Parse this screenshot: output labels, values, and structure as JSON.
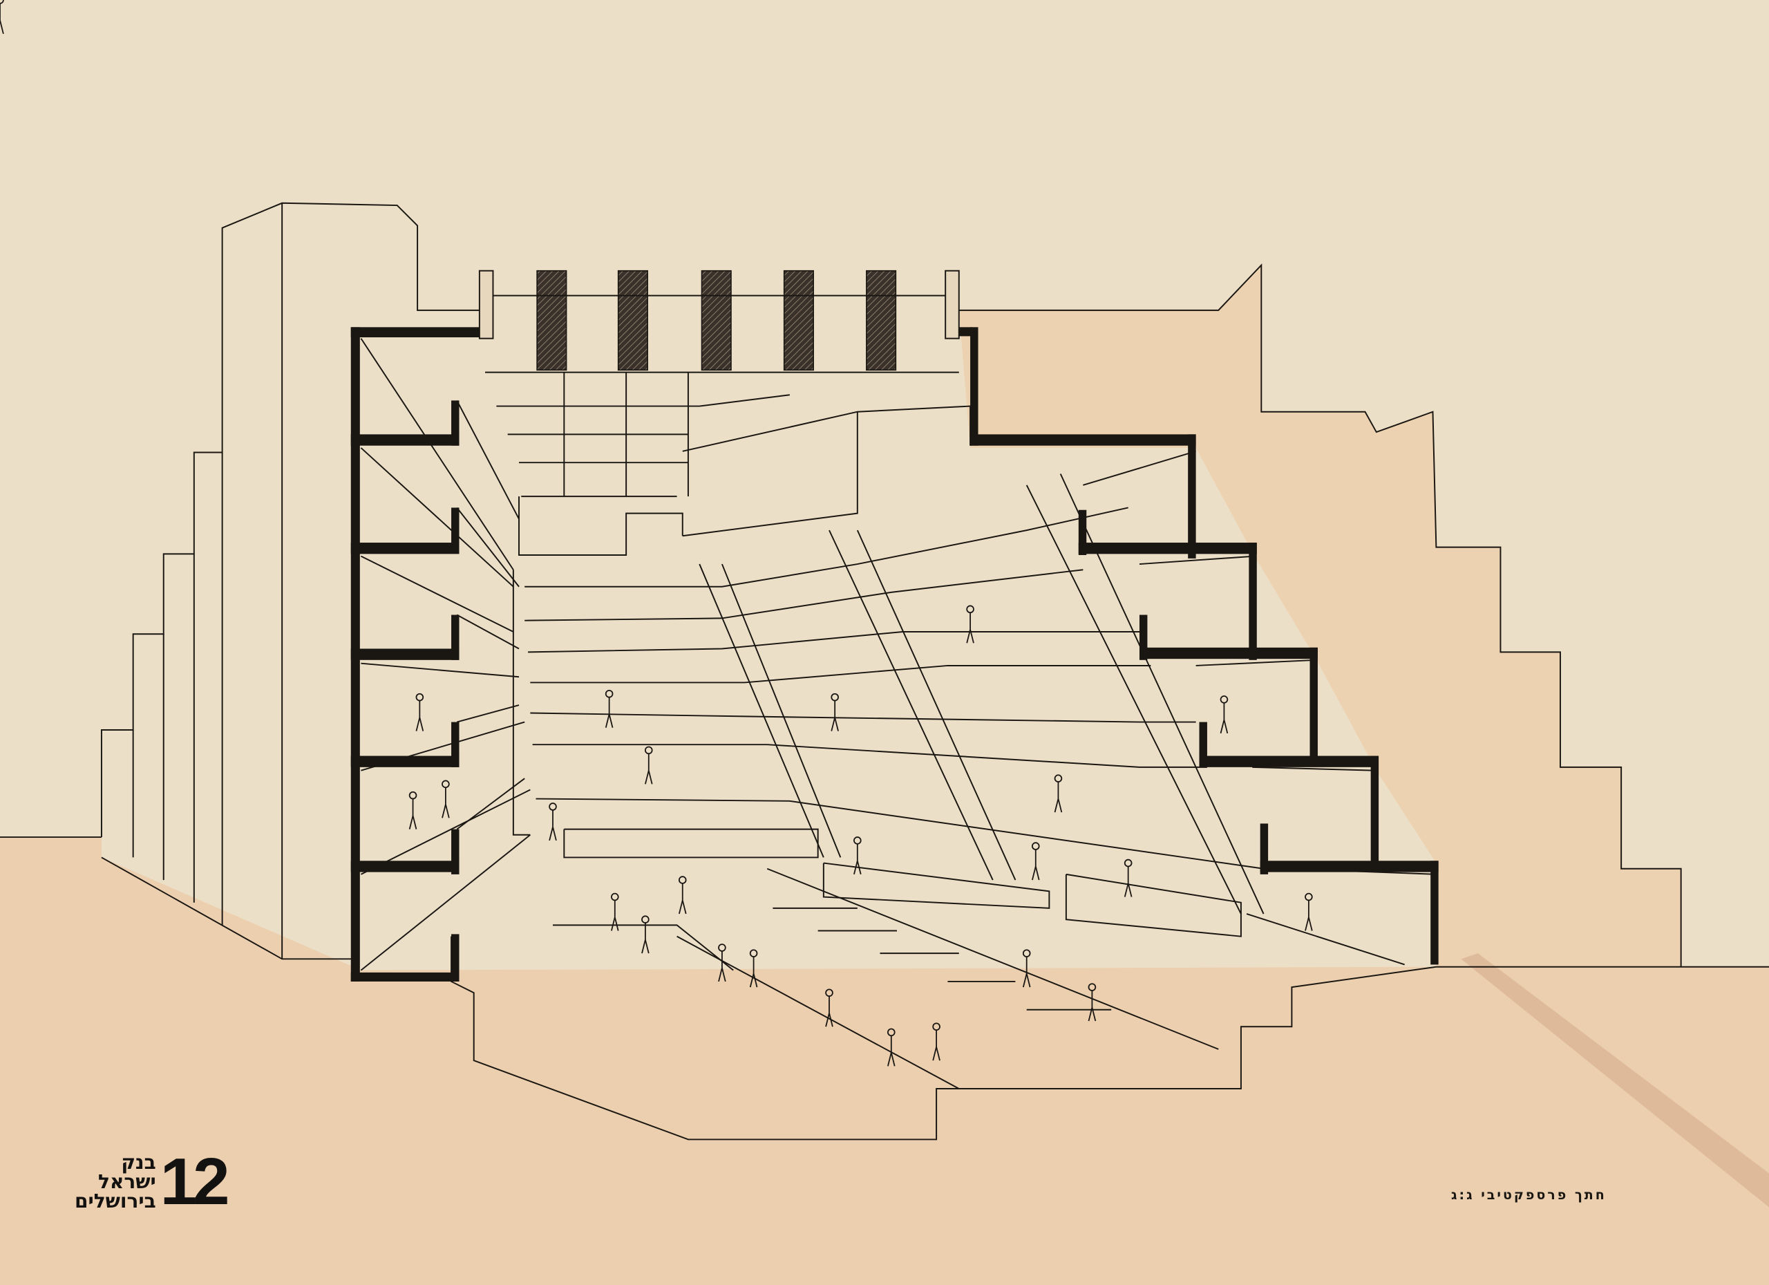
{
  "title_block": {
    "sheet_number": "12",
    "institution_line1": "בנק",
    "institution_line2": "ישראל",
    "institution_line3": "בירושלים"
  },
  "caption": "חתך פרספקטיבי ג:ג",
  "colors": {
    "paper": "#ecdfc8",
    "ground": "#ebcfae",
    "ink": "#1a1612",
    "hatch": "#2a2420"
  }
}
